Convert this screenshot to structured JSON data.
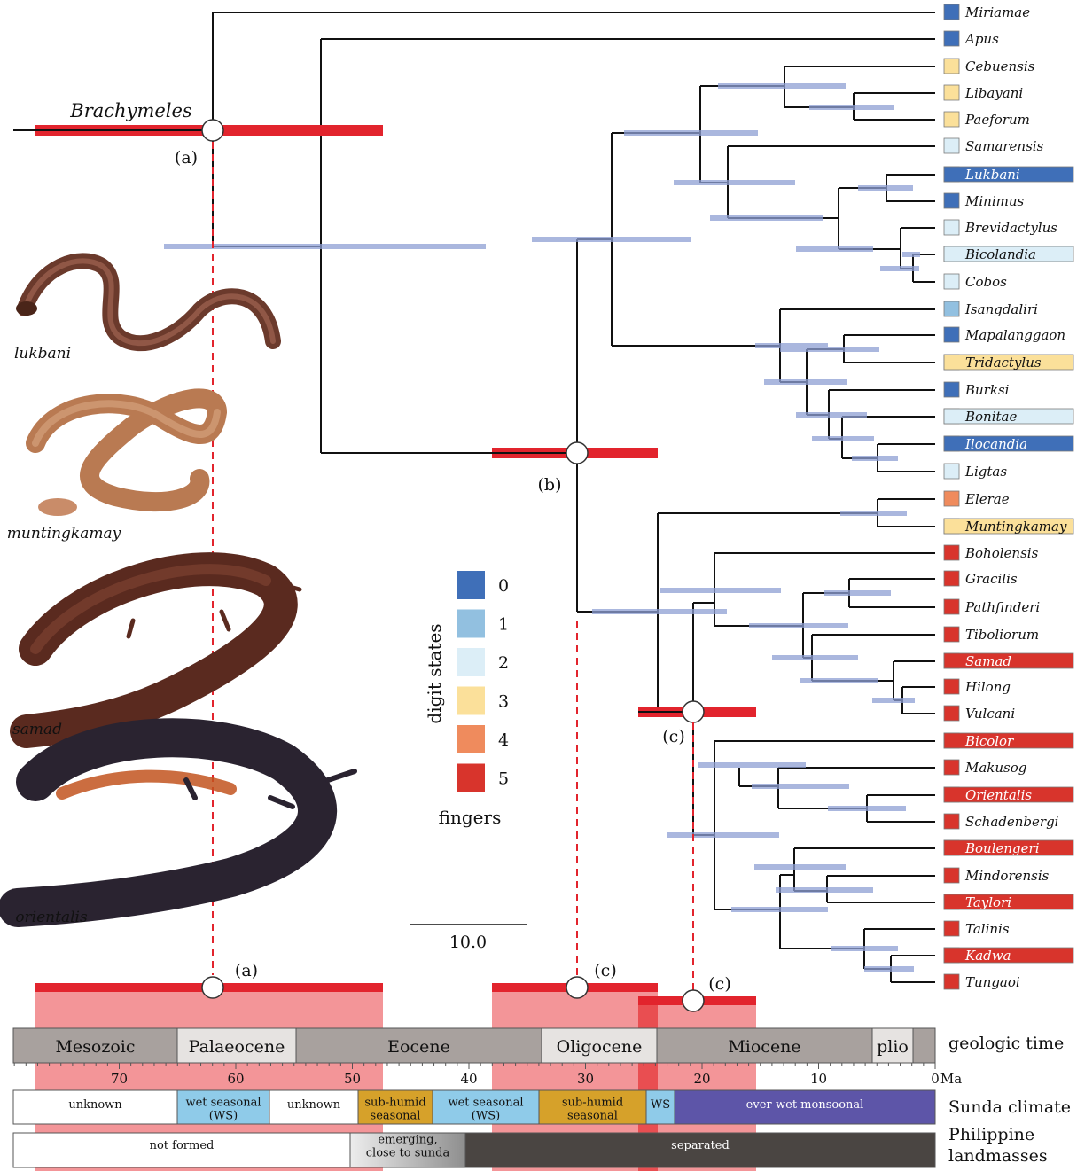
{
  "genus": "Brachymeles",
  "node_labels": {
    "a": "(a)",
    "b": "(b)",
    "c": "(c)"
  },
  "tips": [
    {
      "name": "Miriamae",
      "digits": 0,
      "highlight": false
    },
    {
      "name": "Apus",
      "digits": 0,
      "highlight": false
    },
    {
      "name": "Cebuensis",
      "digits": 3,
      "highlight": false
    },
    {
      "name": "Libayani",
      "digits": 3,
      "highlight": false
    },
    {
      "name": "Paeforum",
      "digits": 3,
      "highlight": false
    },
    {
      "name": "Samarensis",
      "digits": 2,
      "highlight": false
    },
    {
      "name": "Lukbani",
      "digits": 0,
      "highlight": true
    },
    {
      "name": "Minimus",
      "digits": 0,
      "highlight": false
    },
    {
      "name": "Brevidactylus",
      "digits": 2,
      "highlight": false
    },
    {
      "name": "Bicolandia",
      "digits": 2,
      "highlight": true
    },
    {
      "name": "Cobos",
      "digits": 2,
      "highlight": false
    },
    {
      "name": "Isangdaliri",
      "digits": 1,
      "highlight": false
    },
    {
      "name": "Mapalanggaon",
      "digits": 0,
      "highlight": false
    },
    {
      "name": "Tridactylus",
      "digits": 3,
      "highlight": true
    },
    {
      "name": "Burksi",
      "digits": 0,
      "highlight": false
    },
    {
      "name": "Bonitae",
      "digits": 2,
      "highlight": true
    },
    {
      "name": "Ilocandia",
      "digits": 0,
      "highlight": true
    },
    {
      "name": "Ligtas",
      "digits": 2,
      "highlight": false
    },
    {
      "name": "Elerae",
      "digits": 4,
      "highlight": false
    },
    {
      "name": "Muntingkamay",
      "digits": 3,
      "highlight": true
    },
    {
      "name": "Boholensis",
      "digits": 5,
      "highlight": false
    },
    {
      "name": "Gracilis",
      "digits": 5,
      "highlight": false
    },
    {
      "name": "Pathfinderi",
      "digits": 5,
      "highlight": false
    },
    {
      "name": "Tiboliorum",
      "digits": 5,
      "highlight": false
    },
    {
      "name": "Samad",
      "digits": 5,
      "highlight": true
    },
    {
      "name": "Hilong",
      "digits": 5,
      "highlight": false
    },
    {
      "name": "Vulcani",
      "digits": 5,
      "highlight": false
    },
    {
      "name": "Bicolor",
      "digits": 5,
      "highlight": true
    },
    {
      "name": "Makusog",
      "digits": 5,
      "highlight": false
    },
    {
      "name": "Orientalis",
      "digits": 5,
      "highlight": true
    },
    {
      "name": "Schadenbergi",
      "digits": 5,
      "highlight": false
    },
    {
      "name": "Boulengeri",
      "digits": 5,
      "highlight": true
    },
    {
      "name": "Mindorensis",
      "digits": 5,
      "highlight": false
    },
    {
      "name": "Taylori",
      "digits": 5,
      "highlight": true
    },
    {
      "name": "Talinis",
      "digits": 5,
      "highlight": false
    },
    {
      "name": "Kadwa",
      "digits": 5,
      "highlight": true
    },
    {
      "name": "Tungaoi",
      "digits": 5,
      "highlight": false
    }
  ],
  "legend": {
    "title": "digit states",
    "unit": "fingers",
    "states": [
      {
        "value": "0",
        "color": "#3f6fb8"
      },
      {
        "value": "1",
        "color": "#92c0e0"
      },
      {
        "value": "2",
        "color": "#dceef7"
      },
      {
        "value": "3",
        "color": "#fbe09a"
      },
      {
        "value": "4",
        "color": "#ef8b5d"
      },
      {
        "value": "5",
        "color": "#d8342c"
      }
    ]
  },
  "scale_bar": "10.0",
  "photo_labels": [
    "lukbani",
    "muntingkamay",
    "samad",
    "orientalis"
  ],
  "time_axis": {
    "unit": "Ma",
    "ticks": [
      "70",
      "60",
      "50",
      "40",
      "30",
      "20",
      "10",
      "0"
    ],
    "geologic": [
      {
        "label": "Mesozoic",
        "color": "#a8a19e"
      },
      {
        "label": "Palaeocene",
        "color": "#e6e3e1"
      },
      {
        "label": "Eocene",
        "color": "#a8a19e"
      },
      {
        "label": "Oligocene",
        "color": "#e6e3e1"
      },
      {
        "label": "Miocene",
        "color": "#a8a19e"
      },
      {
        "label": "plio",
        "color": "#e6e3e1"
      },
      {
        "label": "",
        "color": "#a8a19e"
      }
    ],
    "climate": [
      {
        "label": "unknown",
        "color": "#ffffff"
      },
      {
        "label": "wet seasonal\n(WS)",
        "color": "#8fcbe9"
      },
      {
        "label": "unknown",
        "color": "#ffffff"
      },
      {
        "label": "sub-humid\nseasonal",
        "color": "#d6a12a"
      },
      {
        "label": "wet seasonal\n(WS)",
        "color": "#8fcbe9"
      },
      {
        "label": "sub-humid\nseasonal",
        "color": "#d6a12a"
      },
      {
        "label": "WS",
        "color": "#8fcbe9"
      },
      {
        "label": "ever-wet monsoonal",
        "color": "#5d55a8"
      }
    ],
    "landmasses": [
      {
        "label": "not formed"
      },
      {
        "label": "emerging,\nclose to sunda"
      },
      {
        "label": "separated"
      }
    ]
  },
  "row_labels": {
    "geologic": "geologic time",
    "climate": "Sunda climate",
    "landmasses": "Philippine\nlandmasses"
  },
  "timeline_nodes": [
    "(a)",
    "(c)",
    "(c)"
  ]
}
